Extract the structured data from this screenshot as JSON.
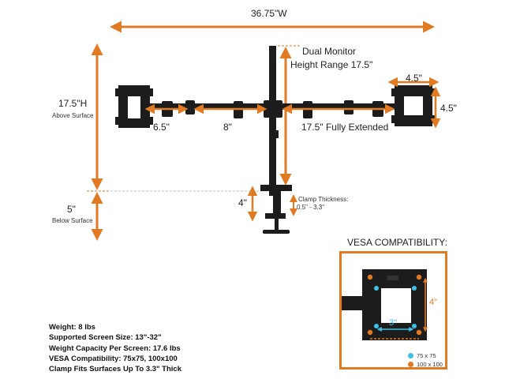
{
  "dimensions": {
    "total_width": "36.75\"W",
    "height_range_line1": "Dual Monitor",
    "height_range_line2": "Height Range 17.5\"",
    "above_height": "17.5\"H",
    "above_label": "Above Surface",
    "below_height": "5\"",
    "below_label": "Below Surface",
    "plate_width": "4.5\"",
    "plate_height": "4.5\"",
    "arm_inner": "6.5\"",
    "arm_mid": "8\"",
    "arm_extended": "17.5\" Fully Extended",
    "clamp_height": "4\"",
    "clamp_thickness_line1": "Clamp Thickness:",
    "clamp_thickness_line2": "0.5\" - 3.3\""
  },
  "specs": [
    "Weight: 8 lbs",
    "Supported Screen Size: 13\"-32\"",
    "Weight Capacity Per Screen: 17.6 lbs",
    "VESA Compatibility: 75x75, 100x100",
    "Clamp Fits Surfaces Up To 3.3\" Thick"
  ],
  "vesa": {
    "title": "VESA COMPATIBILITY:",
    "width_label": "3\"",
    "height_label": "4\"",
    "legend": [
      {
        "label": "75 x 75",
        "color": "#3fc1e6"
      },
      {
        "label": "100 x 100",
        "color": "#e07b24"
      }
    ]
  },
  "colors": {
    "accent": "#e07b24",
    "cyan": "#3fc1e6",
    "metal": "#1c1c1c"
  }
}
